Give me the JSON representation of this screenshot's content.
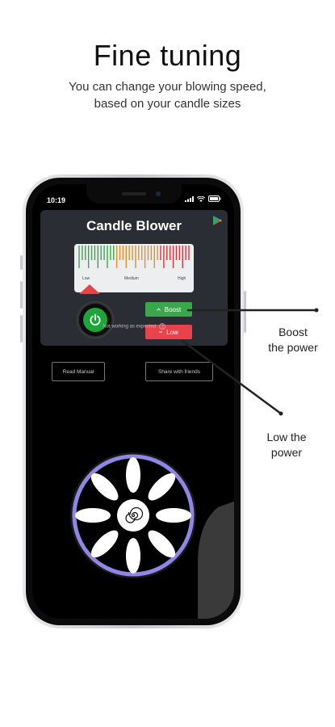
{
  "header": {
    "title": "Fine tuning",
    "subtitle_line1": "You can change your blowing speed,",
    "subtitle_line2": "based on your candle sizes"
  },
  "status_bar": {
    "time": "10:19"
  },
  "app": {
    "title": "Candle Blower",
    "gauge": {
      "labels": [
        "Low",
        "Medium",
        "High"
      ],
      "level": "low"
    },
    "power_state": "on",
    "boost_label": "Boost",
    "low_label": "Low",
    "not_working_text": "Not working as expected",
    "read_manual_label": "Read Manual",
    "share_label": "Share with friends"
  },
  "callouts": {
    "boost_line1": "Boost",
    "boost_line2": "the power",
    "low_line1": "Low the",
    "low_line2": "power"
  },
  "colors": {
    "boost": "#3aa84a",
    "low": "#e8434b",
    "power": "#1ea53a",
    "fan_ring": "#8f86e6",
    "card": "#2a2d34"
  },
  "icons": [
    "play-store-icon",
    "power-icon",
    "chevron-up-icon",
    "minus-icon",
    "help-circle-icon",
    "spiral-icon"
  ]
}
